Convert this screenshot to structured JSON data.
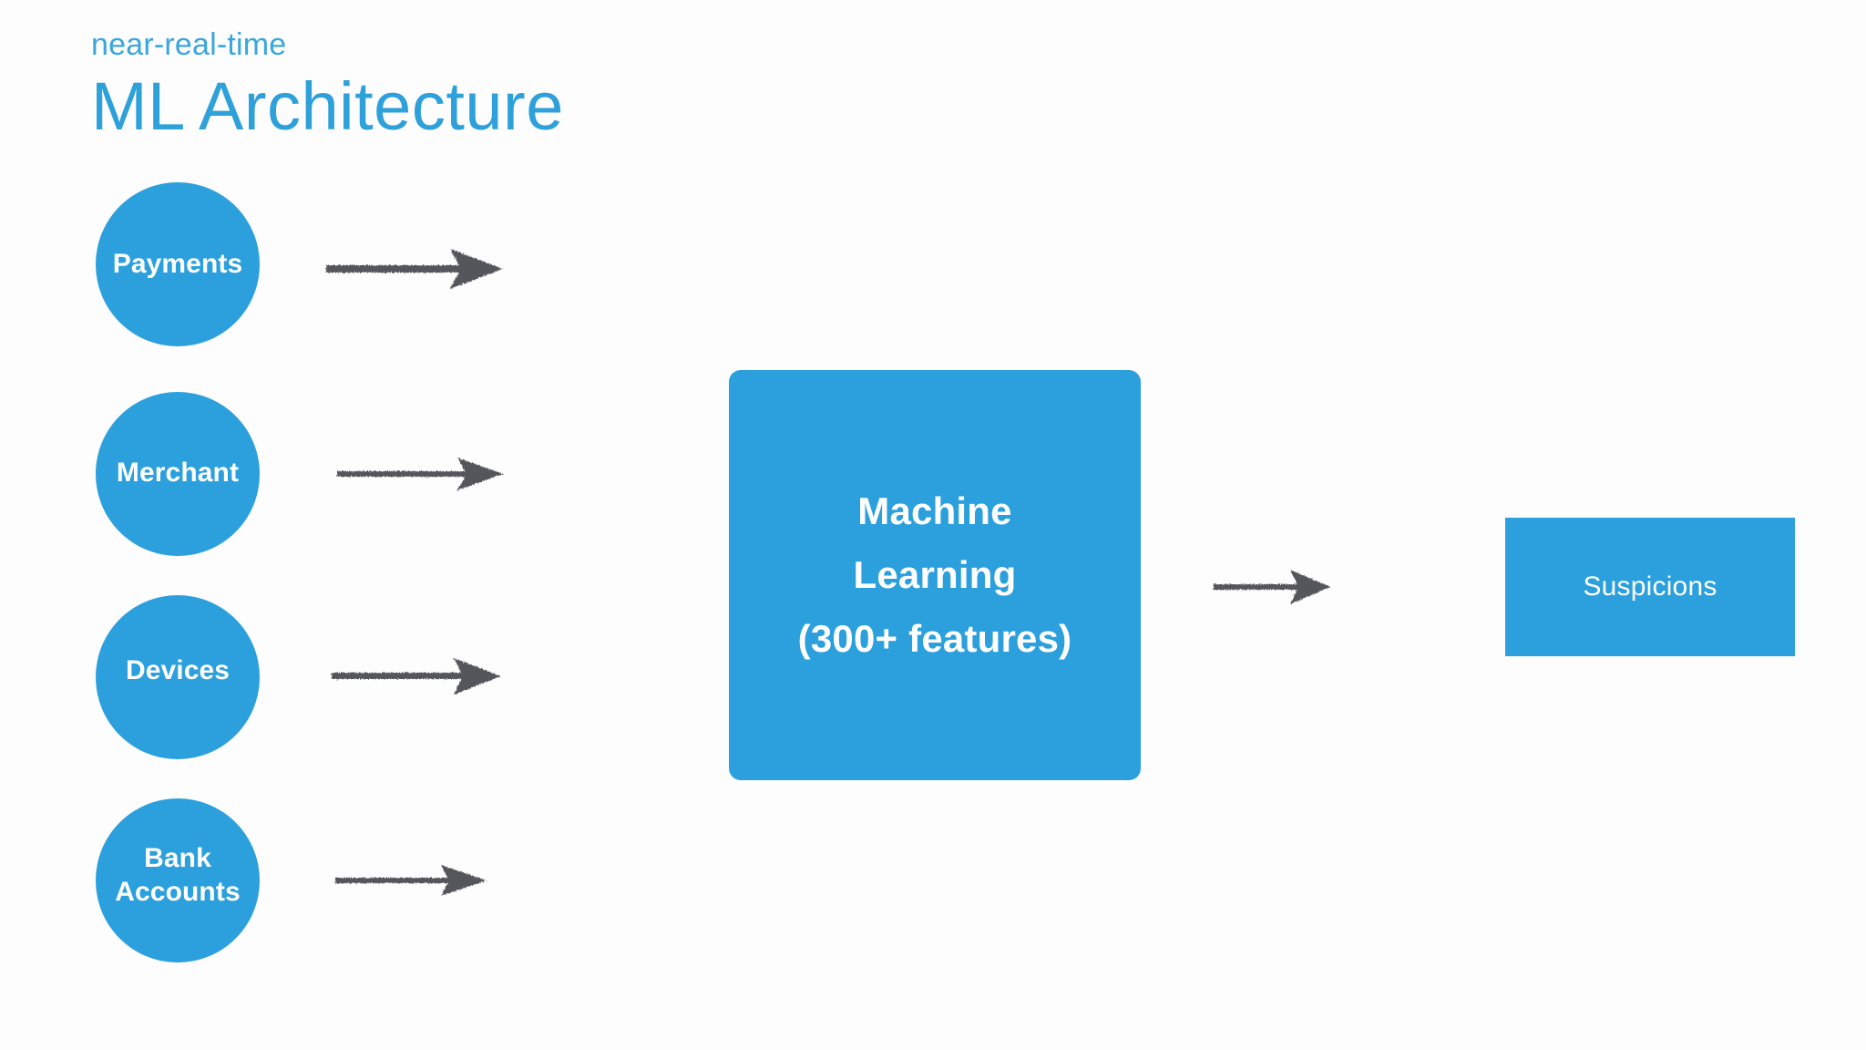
{
  "slide": {
    "eyebrow": "near-real-time",
    "title": "ML Architecture",
    "background_color": "#fdfdfd",
    "accent_blue": "#2ba0dd",
    "title_blue": "#2ea0da",
    "arrow_color": "#55555c",
    "text_on_accent": "#ffffff"
  },
  "diagram": {
    "type": "flow",
    "sources": [
      {
        "id": "payments",
        "label": "Payments",
        "shape": "circle"
      },
      {
        "id": "merchant",
        "label": "Merchant",
        "shape": "circle"
      },
      {
        "id": "devices",
        "label": "Devices",
        "shape": "circle"
      },
      {
        "id": "bank",
        "label": "Bank\nAccounts",
        "shape": "circle"
      }
    ],
    "processor": {
      "id": "ml",
      "label": "Machine\nLearning\n(300+ features)",
      "shape": "rounded-rectangle"
    },
    "output": {
      "id": "suspicions",
      "label": "Suspicions",
      "shape": "rectangle"
    },
    "connectors": [
      {
        "id": "payments-to-ml",
        "from": "payments",
        "to": "ml",
        "style": "sketchy-arrow",
        "direction": "right"
      },
      {
        "id": "merchant-to-ml",
        "from": "merchant",
        "to": "ml",
        "style": "sketchy-arrow",
        "direction": "right"
      },
      {
        "id": "devices-to-ml",
        "from": "devices",
        "to": "ml",
        "style": "sketchy-arrow",
        "direction": "right"
      },
      {
        "id": "bank-to-ml",
        "from": "bank",
        "to": "ml",
        "style": "sketchy-arrow",
        "direction": "right"
      },
      {
        "id": "ml-to-suspicions",
        "from": "ml",
        "to": "suspicions",
        "style": "sketchy-arrow",
        "direction": "right"
      }
    ]
  }
}
